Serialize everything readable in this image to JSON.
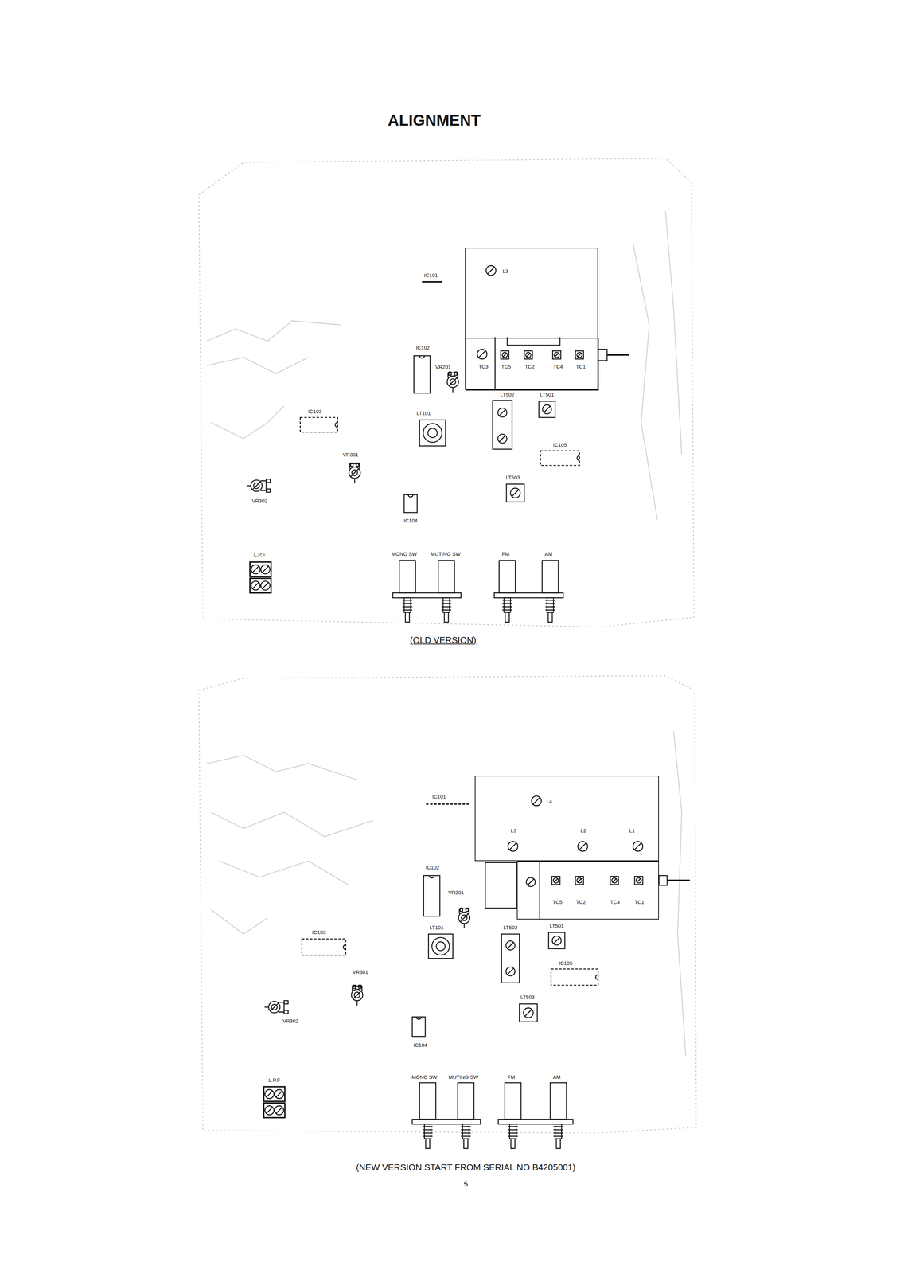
{
  "diagram": {
    "title": "ALIGNMENT",
    "caption": "(NEW VERSION START FROM SERIAL NO B4205001)",
    "nodes": [
      {
        "text": [
          "L3"
        ]
      },
      {
        "text": [
          "TC3",
          "TC5",
          "TC2",
          "TC4",
          "TC1"
        ],
        "in": 0
      },
      {
        "text": [
          "L4",
          "L3",
          "L2",
          "L1"
        ]
      },
      {
        "text": [
          "TC5",
          "TC2",
          "TC4",
          "TC1"
        ]
      }
    ],
    "labels": [
      "IC101",
      "IC102",
      "VR201",
      "LT101",
      "LT502",
      "LT501",
      "IC103",
      "IC105",
      "VR301",
      "VR302",
      "LT503",
      "IC104",
      "L.P.F",
      "MONO SW",
      "MUTING SW",
      "FM",
      "AM",
      "(OLD VERSION)",
      "IC101",
      "IC102",
      "VR201",
      "LT101",
      "IC103",
      "LT502",
      "LT501",
      "IC105",
      "VR301",
      "VR302",
      "LT503",
      "IC104",
      "L.P.F",
      "MONO SW",
      "MUTING SW",
      "FM",
      "AM",
      "5"
    ]
  }
}
